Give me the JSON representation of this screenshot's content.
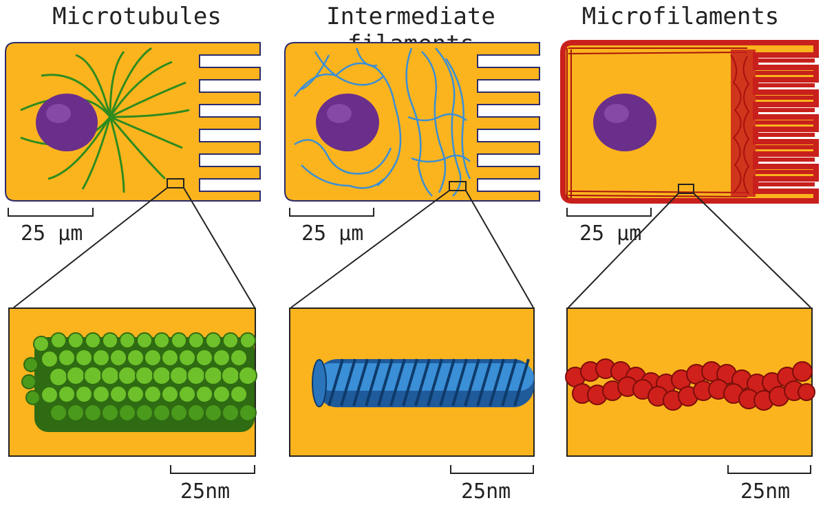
{
  "panels": [
    {
      "title": "Microtubules",
      "cell_scale": "25 µm",
      "zoom_scale": "25nm",
      "filament_color": "#2e8b1e"
    },
    {
      "title": "Intermediate filaments",
      "cell_scale": "25 µm",
      "zoom_scale": "25nm",
      "filament_color": "#3a8fd6"
    },
    {
      "title": "Microfilaments",
      "cell_scale": "25 µm",
      "zoom_scale": "25nm",
      "filament_color": "#c8201c"
    }
  ],
  "colors": {
    "cytoplasm": "#fbb41e",
    "nucleus": "#6a2f8a",
    "outline": "#2a2a6a"
  }
}
